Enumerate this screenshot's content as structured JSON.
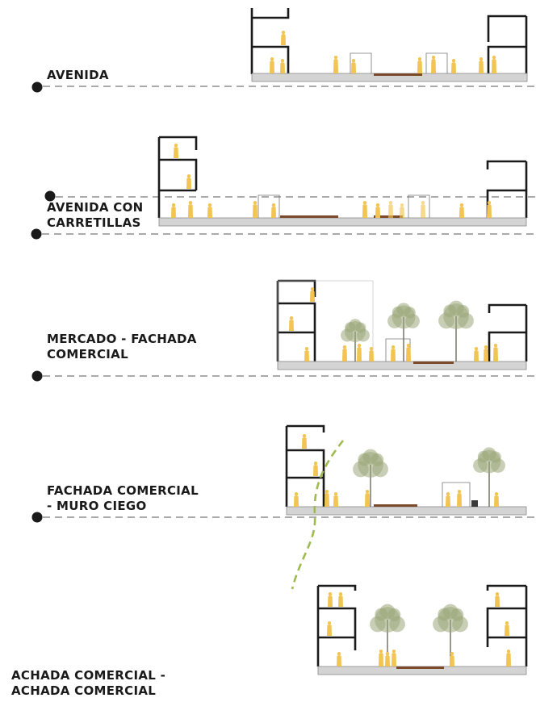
{
  "sections": [
    {
      "id": "avenida",
      "label_lines": [
        "AVENIDA"
      ]
    },
    {
      "id": "avenida-carretillas",
      "label_lines": [
        "AVENIDA CON",
        "CARRETILLAS"
      ]
    },
    {
      "id": "mercado",
      "label_lines": [
        "MERCADO - FACHADA",
        "COMERCIAL"
      ]
    },
    {
      "id": "fachada-muro",
      "label_lines": [
        "FACHADA COMERCIAL",
        "- MURO CIEGO"
      ]
    },
    {
      "id": "achada-comercial",
      "label_lines": [
        "ACHADA COMERCIAL -",
        "ACHADA COMERCIAL"
      ]
    }
  ],
  "colors": {
    "ink": "#1a1a1a",
    "ground": "#d4d4d4",
    "figure": "#f2c453",
    "tree": "#9aa87a",
    "planter": "#7a4a2a",
    "green_path": "#9dbb4f"
  }
}
